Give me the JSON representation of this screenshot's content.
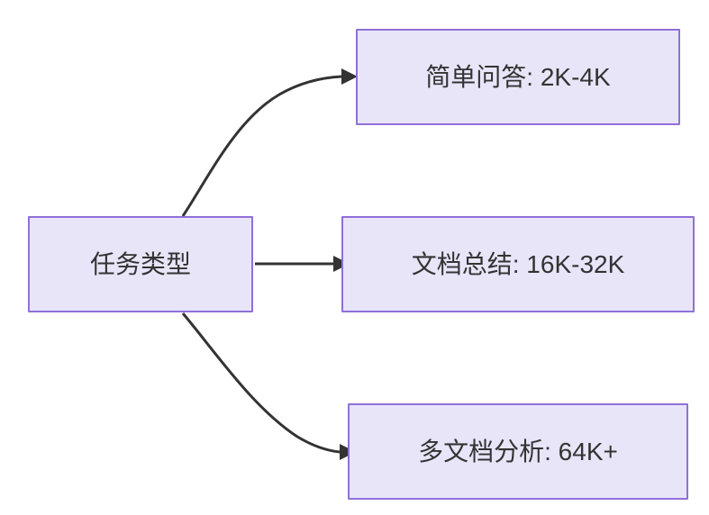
{
  "diagram": {
    "type": "flowchart",
    "direction": "left-to-right",
    "background_color": "#ffffff",
    "node_fill_color": "#e8e5f9",
    "node_border_color": "#9070d8",
    "text_color": "#333333",
    "edge_color": "#333333",
    "root": {
      "id": "task-type",
      "label": "任务类型"
    },
    "branches": [
      {
        "id": "simple-qa",
        "label": "简单问答: 2K-4K",
        "edge_style": "curved"
      },
      {
        "id": "doc-summary",
        "label": "文档总结: 16K-32K",
        "edge_style": "straight"
      },
      {
        "id": "multi-doc-analysis",
        "label": "多文档分析: 64K+",
        "edge_style": "curved"
      }
    ]
  }
}
